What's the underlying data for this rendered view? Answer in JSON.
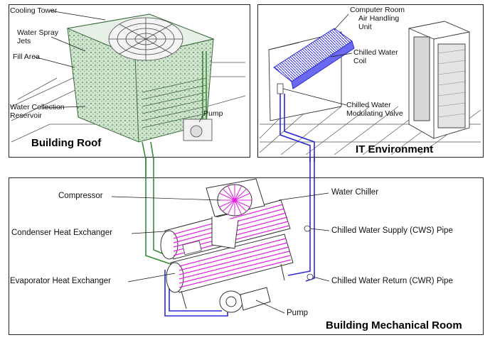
{
  "panels": {
    "roof_title": "Building Roof",
    "it_title": "IT Environment",
    "mech_title": "Building Mechanical Room"
  },
  "roof_labels": {
    "cooling_tower": "Cooling Tower",
    "water_spray_1": "Water Spray",
    "water_spray_2": "Jets",
    "fill_area": "Fill Area",
    "reservoir_1": "Water Collection",
    "reservoir_2": "Reservoir",
    "pump": "Pump"
  },
  "it_labels": {
    "crah_1": "Computer Room",
    "crah_2": "Air Handling",
    "crah_3": "Unit",
    "coil_1": "Chilled Water",
    "coil_2": "Coil",
    "valve_1": "Chilled Water",
    "valve_2": "Modulating Valve"
  },
  "mech_labels": {
    "compressor": "Compressor",
    "condenser": "Condenser Heat Exchanger",
    "evaporator": "Evaporator Heat Exchanger",
    "water_chiller": "Water Chiller",
    "cws_pipe": "Chilled Water Supply (CWS) Pipe",
    "cwr_pipe": "Chilled Water Return (CWR) Pipe",
    "pump": "Pump"
  },
  "colors": {
    "green_loop": "#3a8a3a",
    "blue_loop": "#2a2ad8",
    "magenta": "#e020e0"
  }
}
